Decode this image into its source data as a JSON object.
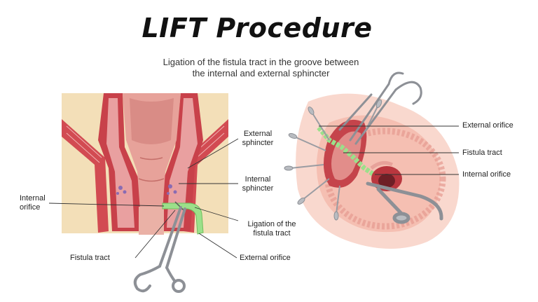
{
  "title": "LIFT Procedure",
  "subtitle": {
    "line1": "Ligation of the fistula tract in the groove between",
    "line2": "the internal and external sphincter"
  },
  "left_labels": {
    "internal_orifice": {
      "line1": "Internal",
      "line2": "orifice"
    },
    "fistula_tract": "Fistula tract",
    "external_sphincter": {
      "line1": "External",
      "line2": "sphincter"
    },
    "internal_sphincter": {
      "line1": "Internal",
      "line2": "sphincter"
    },
    "ligation": {
      "line1": "Ligation of the",
      "line2": "fistula tract"
    },
    "external_orifice": "External orifice"
  },
  "right_labels": {
    "external_orifice": "External orifice",
    "fistula_tract": "Fistula tract",
    "internal_orifice": "Internal orifice"
  },
  "colors": {
    "muscle": "#c8414a",
    "muscle_light": "#e38a8a",
    "fat": "#f3dfb8",
    "mucosa": "#e7a29a",
    "skin": "#f6c9bd",
    "fistula": "#9be08a",
    "instrument": "#8d9096"
  }
}
